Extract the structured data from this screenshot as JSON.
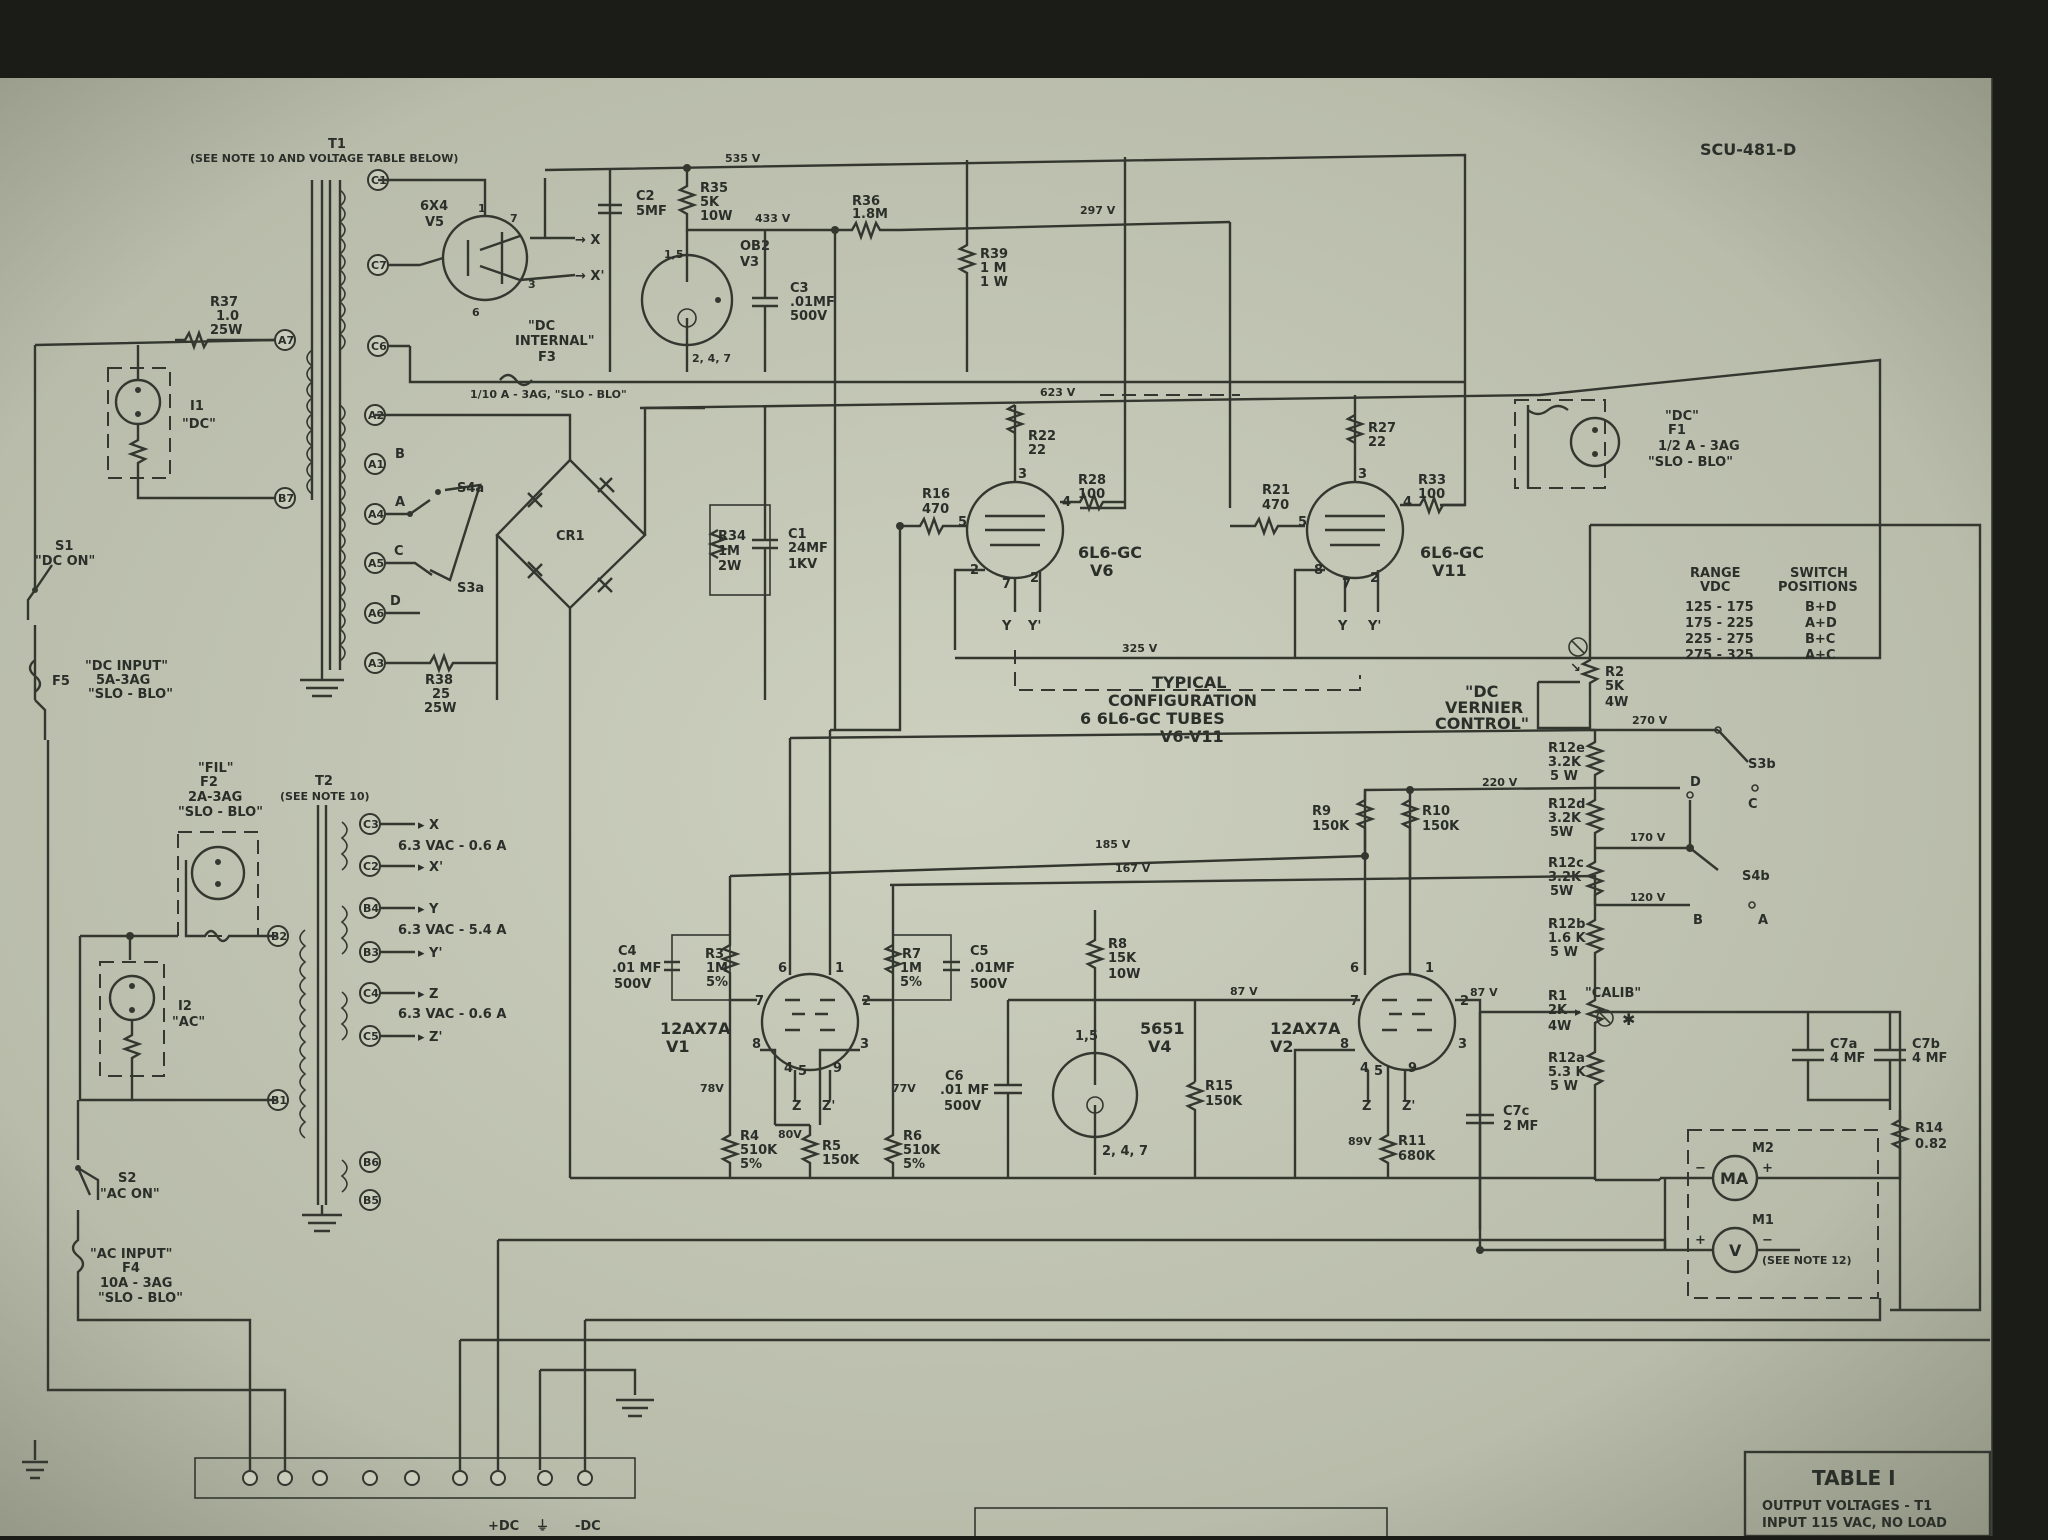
{
  "drawing_number": "SCU-481-D",
  "transformers": {
    "t1": {
      "name": "T1",
      "note": "(SEE NOTE 10 AND VOLTAGE TABLE BELOW)",
      "taps": [
        "C1",
        "C7",
        "C6",
        "A7",
        "B7",
        "A2",
        "A1",
        "A4",
        "A5",
        "A6",
        "A3"
      ]
    },
    "t2": {
      "name": "T2",
      "note": "(SEE NOTE 10)",
      "taps": [
        "C3",
        "C2",
        "B4",
        "B3",
        "C4",
        "C5",
        "B2",
        "B1",
        "B6",
        "B5"
      ],
      "windings": [
        {
          "rating": "6.3 VAC - 0.6 A",
          "outputs": [
            "X",
            "X'"
          ]
        },
        {
          "rating": "6.3 VAC - 5.4 A",
          "outputs": [
            "Y",
            "Y'"
          ]
        },
        {
          "rating": "6.3 VAC - 0.6 A",
          "outputs": [
            "Z",
            "Z'"
          ]
        }
      ]
    }
  },
  "tubes": {
    "v5": {
      "type": "6X4",
      "name": "V5"
    },
    "v3": {
      "type": "OB2",
      "name": "V3",
      "pins_a": "1,5",
      "pins_b": "2, 4, 7"
    },
    "v6": {
      "type": "6L6-GC",
      "name": "V6"
    },
    "v11": {
      "type": "6L6-GC",
      "name": "V11"
    },
    "v1": {
      "type": "12AX7A",
      "name": "V1"
    },
    "v2": {
      "type": "12AX7A",
      "name": "V2"
    },
    "v4": {
      "type": "5651",
      "name": "V4",
      "pins_a": "1,5",
      "pins_b": "2, 4, 7"
    }
  },
  "typical": {
    "line1": "TYPICAL",
    "line2": "CONFIGURATION",
    "line3": "6  6L6-GC TUBES",
    "line4": "V6-V11"
  },
  "components": {
    "r37": [
      "R37",
      "1.0",
      "25W"
    ],
    "r35": [
      "R35",
      "5K",
      "10W"
    ],
    "r36": [
      "R36",
      "1.8M"
    ],
    "r39": [
      "R39",
      "1 M",
      "1 W"
    ],
    "r22": [
      "R22",
      "22"
    ],
    "r27": [
      "R27",
      "22"
    ],
    "r16": [
      "R16",
      "470"
    ],
    "r21": [
      "R21",
      "470"
    ],
    "r28": [
      "R28",
      "100"
    ],
    "r33": [
      "R33",
      "100"
    ],
    "r34": [
      "R34",
      "1M",
      "2W"
    ],
    "r38": [
      "R38",
      "25",
      "25W"
    ],
    "c2": [
      "C2",
      "5MF"
    ],
    "c3": [
      "C3",
      ".01MF",
      "500V"
    ],
    "c1": [
      "C1",
      "24MF",
      "1KV"
    ],
    "cr1": "CR1",
    "f3": [
      "\"DC",
      "INTERNAL\"",
      "F3",
      "1/10 A - 3AG, \"SLO - BLO\""
    ],
    "f1": [
      "\"DC\"",
      "F1",
      "1/2 A - 3AG",
      "\"SLO - BLO\""
    ],
    "f5": [
      "\"DC INPUT\"",
      "5A-3AG",
      "\"SLO - BLO\""
    ],
    "f5_name": "F5",
    "f2": [
      "\"FIL\"",
      "F2",
      "2A-3AG",
      "\"SLO - BLO\""
    ],
    "f4": [
      "\"AC INPUT\"",
      "F4",
      "10A - 3AG",
      "\"SLO - BLO\""
    ],
    "i1": [
      "I1",
      "\"DC\""
    ],
    "i2": [
      "I2",
      "\"AC\""
    ],
    "s1": [
      "S1",
      "\"DC ON\""
    ],
    "s2": [
      "S2",
      "\"AC ON\""
    ],
    "s4a": "S4a",
    "s3a": "S3a",
    "s3b": "S3b",
    "s4b": "S4b",
    "r2": [
      "R2",
      "5K",
      "4W"
    ],
    "vernier": [
      "\"DC",
      "VERNIER",
      "CONTROL\""
    ],
    "r12e": [
      "R12e",
      "3.2K",
      "5 W"
    ],
    "r12d": [
      "R12d",
      "3.2K",
      "5W"
    ],
    "r12c": [
      "R12c",
      "3.2K",
      "5W"
    ],
    "r12b": [
      "R12b",
      "1.6 K",
      "5 W"
    ],
    "r12a": [
      "R12a",
      "5.3 K",
      "5 W"
    ],
    "r1": [
      "R1",
      "2K",
      "4W"
    ],
    "calib": "\"CALIB\"",
    "r9": [
      "R9",
      "150K"
    ],
    "r10": [
      "R10",
      "150K"
    ],
    "r8": [
      "R8",
      "15K",
      "10W"
    ],
    "r3": [
      "R3",
      "1M",
      "5%"
    ],
    "r7": [
      "R7",
      "1M",
      "5%"
    ],
    "c4": [
      "C4",
      ".01 MF",
      "500V"
    ],
    "c5": [
      "C5",
      ".01MF",
      "500V"
    ],
    "c6": [
      "C6",
      ".01 MF",
      "500V"
    ],
    "r4": [
      "R4",
      "510K",
      "5%"
    ],
    "r5": [
      "R5",
      "150K"
    ],
    "r6": [
      "R6",
      "510K",
      "5%"
    ],
    "r15": [
      "R15",
      "150K"
    ],
    "r11": [
      "R11",
      "680K"
    ],
    "c7c": [
      "C7c",
      "2 MF"
    ],
    "c7a": [
      "C7a",
      "4 MF"
    ],
    "c7b": [
      "C7b",
      "4 MF"
    ],
    "r14": [
      "R14",
      "0.82"
    ],
    "m2": [
      "M2",
      "MA"
    ],
    "m1": [
      "M1",
      "V"
    ],
    "meter_note": "(SEE NOTE 12)"
  },
  "voltages": {
    "v535": "535 V",
    "v433": "433 V",
    "v297": "297 V",
    "v623": "623 V",
    "v325": "325 V",
    "v270": "270 V",
    "v220": "220 V",
    "v185": "185 V",
    "v167": "167 V",
    "v170": "170 V",
    "v120": "120 V",
    "v87a": "87 V",
    "v87b": "87 V",
    "v78": "78V",
    "v80": "80V",
    "v77": "77V",
    "v89": "89V"
  },
  "range_table": {
    "headers": [
      "RANGE\nVDC",
      "SWITCH\nPOSITIONS"
    ],
    "header_lines": [
      [
        "RANGE",
        "VDC"
      ],
      [
        "SWITCH",
        "POSITIONS"
      ]
    ],
    "rows": [
      [
        "125 - 175",
        "B+D"
      ],
      [
        "175 - 225",
        "A+D"
      ],
      [
        "225 - 275",
        "B+C"
      ],
      [
        "275 - 325",
        "A+C"
      ]
    ]
  },
  "switch_letters": {
    "a": "A",
    "b": "B",
    "c": "C",
    "d": "D"
  },
  "pins": {
    "p1": "1",
    "p2": "2",
    "p3": "3",
    "p4": "4",
    "p5": "5",
    "p6": "6",
    "p7": "7",
    "p8": "8",
    "p9": "9"
  },
  "terminal_labels": {
    "dc_plus": "+DC",
    "ground": "⏚",
    "dc_minus": "-DC"
  },
  "table1": {
    "title": "TABLE I",
    "line1": "OUTPUT VOLTAGES - T1",
    "line2": "INPUT 115 VAC, NO LOAD"
  },
  "colors": {
    "paper": "#c9ccbb",
    "ink": "#33372f",
    "background": "#1b1c18"
  }
}
